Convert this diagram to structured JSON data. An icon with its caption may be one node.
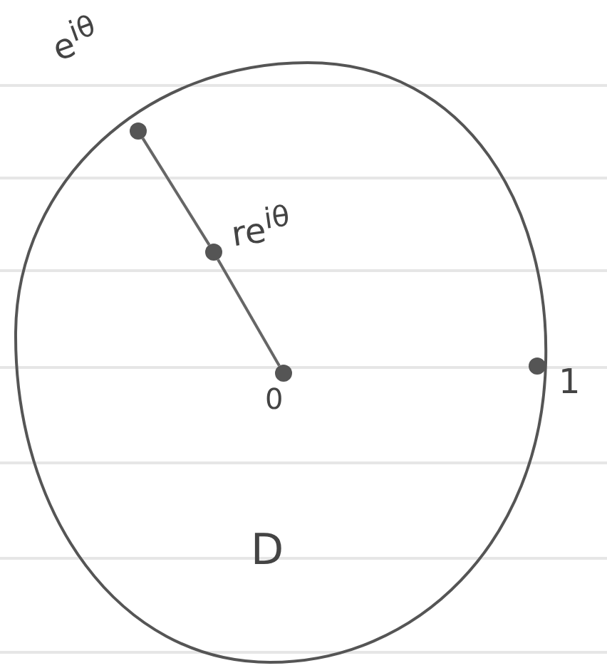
{
  "diagram": {
    "nodes": [
      {
        "text": [
          "D"
        ]
      },
      {
        "text": [],
        "shape": "circle",
        "beside": [
          "e$^{iθ}$"
        ],
        "in": 0
      },
      {
        "text": [],
        "shape": "circle",
        "beside": [
          "re$^{iθ}$"
        ],
        "in": 0
      },
      {
        "text": [],
        "shape": "circle",
        "beside": [
          "0"
        ],
        "in": 0
      },
      {
        "text": [],
        "shape": "circle",
        "beside": [
          "1"
        ],
        "in": 0
      }
    ],
    "edges": [
      {
        "from": 1,
        "to": 2,
        "arrow": "none"
      },
      {
        "from": 2,
        "to": 3,
        "arrow": "none"
      }
    ]
  }
}
